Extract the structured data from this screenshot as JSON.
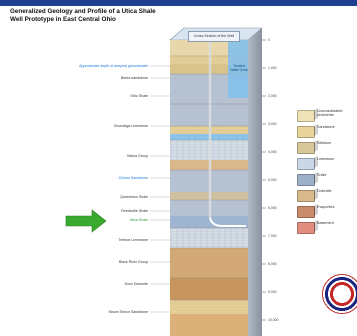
{
  "title": {
    "line1": "Generalized Geology and Profile of a Utica Shale",
    "line2": "Well Prototype in East Central Ohio"
  },
  "callout": "Cross-Section of the Well",
  "aquifer_note": "Treated Water Zone",
  "left_labels": [
    {
      "text": "Approximate depth of deepest groundwater",
      "color": "#1a78d6"
    },
    {
      "text": "Berea sandstone",
      "color": "#333333"
    },
    {
      "text": "Ohio Shale",
      "color": "#333333"
    },
    {
      "text": "Onondaga Limestone",
      "color": "#333333"
    },
    {
      "text": "Salina Group",
      "color": "#333333"
    },
    {
      "text": "Clinton Sandstone",
      "color": "#1a78d6"
    },
    {
      "text": "Queenston Shale",
      "color": "#333333"
    },
    {
      "text": "Reedsville Shale",
      "color": "#333333"
    },
    {
      "text": "Utica Shale",
      "color": "#2a9c3a"
    },
    {
      "text": "Trenton Limestone",
      "color": "#333333"
    },
    {
      "text": "Black River Group",
      "color": "#333333"
    },
    {
      "text": "Knox Dolomite",
      "color": "#333333"
    },
    {
      "text": "Mount Simon Sandstone",
      "color": "#333333"
    }
  ],
  "depth_ticks": [
    "0",
    "1,000",
    "2,000",
    "3,000",
    "4,000",
    "5,000",
    "6,000",
    "7,000",
    "8,000",
    "9,000",
    "10,000"
  ],
  "legend": [
    {
      "label": "Unconsolidated sediments",
      "color": "#efe1b8"
    },
    {
      "label": "Sandstone",
      "color": "#e8d39a"
    },
    {
      "label": "Siltstone",
      "color": "#d9c79c"
    },
    {
      "label": "Limestone",
      "color": "#c9d7e6"
    },
    {
      "label": "Shale",
      "color": "#9eb0c7"
    },
    {
      "label": "Dolomite",
      "color": "#d8b98b"
    },
    {
      "label": "Evaporites",
      "color": "#c98b6b"
    },
    {
      "label": "Basement",
      "color": "#e08d7f"
    }
  ],
  "colors": {
    "header": "#1f3f8f",
    "arrow": "#3aaa2e",
    "shale": "#b9c4d3",
    "sandstone": "#e4cf9a",
    "aquifer": "#7fc0ef"
  }
}
